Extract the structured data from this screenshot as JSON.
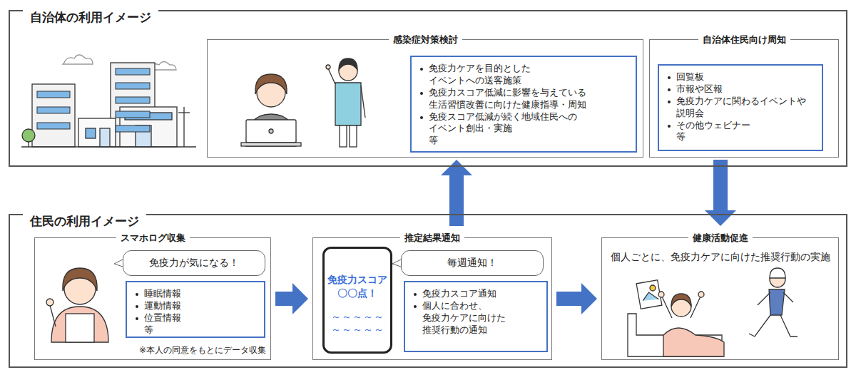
{
  "diagram": {
    "nodes": [
      {
        "text": [
          "自治体の利用イメージ"
        ]
      },
      {
        "text": [
          "感染症対策検討"
        ],
        "in": 0
      },
      {
        "text": [
          "免疫力ケアを目的とした イベントへの送客施策",
          "免疫力スコア低減に影響を与えている 生活習慣改善に向けた健康指導・周知",
          "免疫スコア低減が続く地域住民への イベント創出・実施",
          "等"
        ],
        "in": 1
      },
      {
        "text": [
          "自治体住民向け周知"
        ],
        "in": 0
      },
      {
        "text": [
          "回覧板",
          "市報や区報",
          "免疫力ケアに関わるイベントや 説明会",
          "その他ウェビナー",
          "等"
        ],
        "in": 3
      },
      {
        "text": [
          "住民の利用イメージ"
        ]
      },
      {
        "text": [
          "スマホログ収集",
          "※本人の同意をもとにデータ収集"
        ],
        "in": 5
      },
      {
        "text": [
          "免疫力が気になる！"
        ],
        "in": 6
      },
      {
        "text": [
          "睡眠情報",
          "運動情報",
          "位置情報",
          "等"
        ],
        "in": 6
      },
      {
        "text": [
          "推定結果通知"
        ],
        "in": 5
      },
      {
        "text": [
          "免疫力スコア 〇〇点！",
          "～～～～～ ～～～～～"
        ],
        "in": 9
      },
      {
        "text": [
          "毎週通知！"
        ],
        "in": 9
      },
      {
        "text": [
          "免疫力スコア通知",
          "個人に合わせ、 免疫力ケアに向けた 推奨行動の通知"
        ],
        "in": 9
      },
      {
        "text": [
          "健康活動促進",
          "個人ごとに、免疫力ケアに向けた推奨行動の実施"
        ],
        "in": 5
      }
    ],
    "edges": [
      {
        "from": 6,
        "to": 9,
        "arrow": "to"
      },
      {
        "from": 9,
        "to": 13,
        "arrow": "to"
      },
      {
        "from": 9,
        "to": 1,
        "arrow": "to"
      },
      {
        "from": 3,
        "to": 13,
        "arrow": "to"
      }
    ]
  }
}
